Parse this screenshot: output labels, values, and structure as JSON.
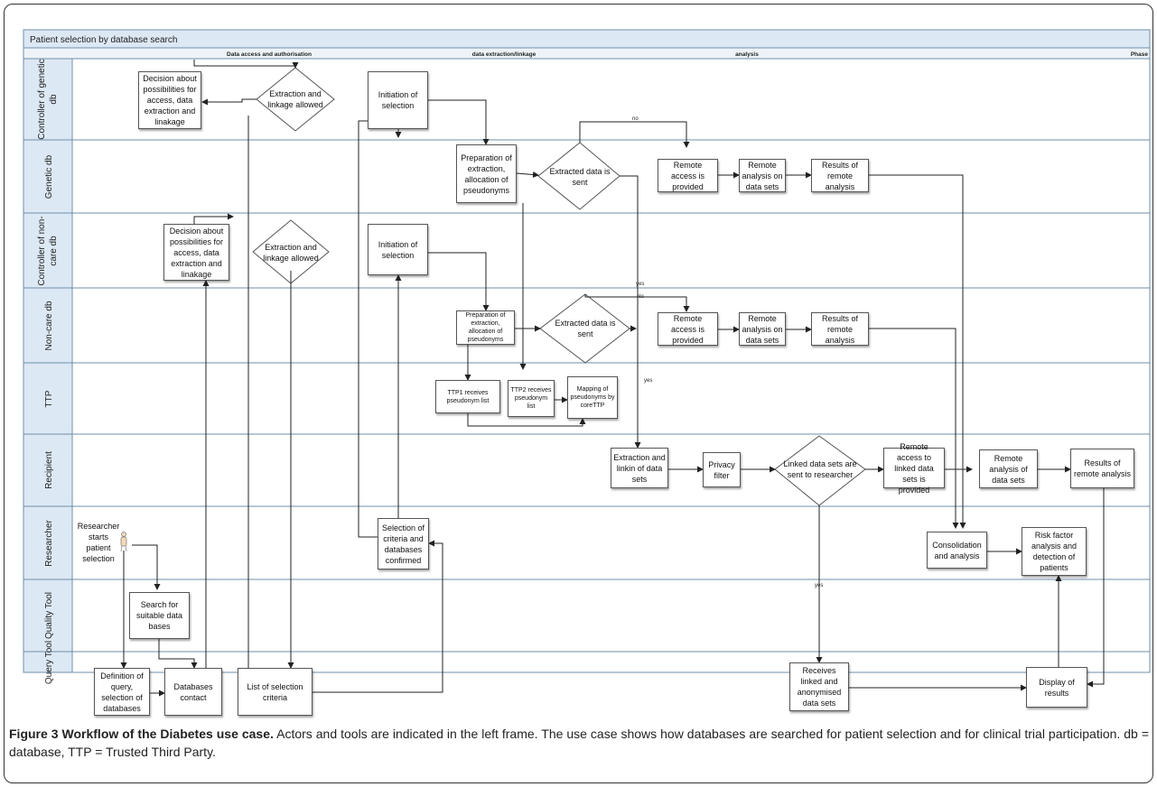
{
  "title": "Patient selection by database search",
  "phases": [
    "Data access and authorisation",
    "data extraction/linkage",
    "analysis",
    "Phase"
  ],
  "lanes": [
    {
      "label": "Controller of genetic db",
      "line1": "Controller of genetic",
      "line2": "db"
    },
    {
      "label": "Genetic db",
      "line1": "Genetic db",
      "line2": ""
    },
    {
      "label": "Controller of non-care db",
      "line1": "Controller of non-",
      "line2": "care db"
    },
    {
      "label": "Non-care db",
      "line1": "Non-care db",
      "line2": ""
    },
    {
      "label": "TTP",
      "line1": "TTP",
      "line2": ""
    },
    {
      "label": "Recipient",
      "line1": "Recipient",
      "line2": ""
    },
    {
      "label": "Researcher",
      "line1": "Researcher",
      "line2": ""
    },
    {
      "label": "Quality Tool",
      "line1": "Quality Tool",
      "line2": ""
    },
    {
      "label": "Query Tool",
      "line1": "Query Tool",
      "line2": ""
    }
  ],
  "nodes": {
    "decision_genetic": "Decision about possibilities for access, data extraction and linakage",
    "extraction_allowed_genetic": "Extraction and linkage allowed",
    "initiation_genetic": "Initiation of selection",
    "prep_genetic": "Preparation of extraction, allocation of pseudonyms",
    "extracted_sent_genetic": "Extracted data is sent",
    "remote_access_genetic": "Remote access is provided",
    "remote_analysis_genetic": "Remote analysis on data sets",
    "results_genetic": "Results of remote analysis",
    "decision_noncare": "Decision about possibilities for access, data extraction and linakage",
    "extraction_allowed_noncare": "Extraction and linkage allowed",
    "initiation_noncare": "Initiation of selection",
    "prep_noncare": "Preparation of extraction, allocation of pseudonyms",
    "extracted_sent_noncare": "Extracted data is sent",
    "remote_access_noncare": "Remote access is provided",
    "remote_analysis_noncare": "Remote analysis on data sets",
    "results_noncare": "Results of remote analysis",
    "ttp1": "TTP1 receives pseudonym list",
    "ttp2": "TTP2 receives pseudonym list",
    "mapping": "Mapping of pseudonyms by coreTTP",
    "extraction_linkin": "Extraction and linkin of data sets",
    "privacy_filter": "Privacy filter",
    "linked_sent": "Linked data sets are sent to researcher",
    "remote_access_linked": "Remote access to linked data sets is provided",
    "remote_analysis_recipient": "Remote analysis of data sets",
    "results_recipient": "Results of remote analysis",
    "researcher_start": "Researcher starts patient selection",
    "selection_confirmed": "Selection of criteria and databases confirmed",
    "consolidation": "Consolidation and analysis",
    "risk_factor": "Risk factor analysis and detection of patients",
    "search_suitable": "Search for suitable data bases",
    "definition_query": "Definition of query, selection of databases",
    "databases_contact": "Databases contact",
    "list_criteria": "List of selection criteria",
    "receives_linked": "Receives linked and anonymised data sets",
    "display_results": "Display of results"
  },
  "edge_labels": {
    "no_genetic": "no",
    "no_noncare": "No",
    "yes_genetic": "yes",
    "yes_noncare": "yes",
    "yes_linked": "yes"
  },
  "caption": {
    "bold": "Figure 3 Workflow of the Diabetes use case.",
    "text": " Actors and tools are indicated in the left frame. The use case shows how databases are searched for patient selection and for clinical trial participation. db = database, TTP = Trusted Third Party."
  }
}
